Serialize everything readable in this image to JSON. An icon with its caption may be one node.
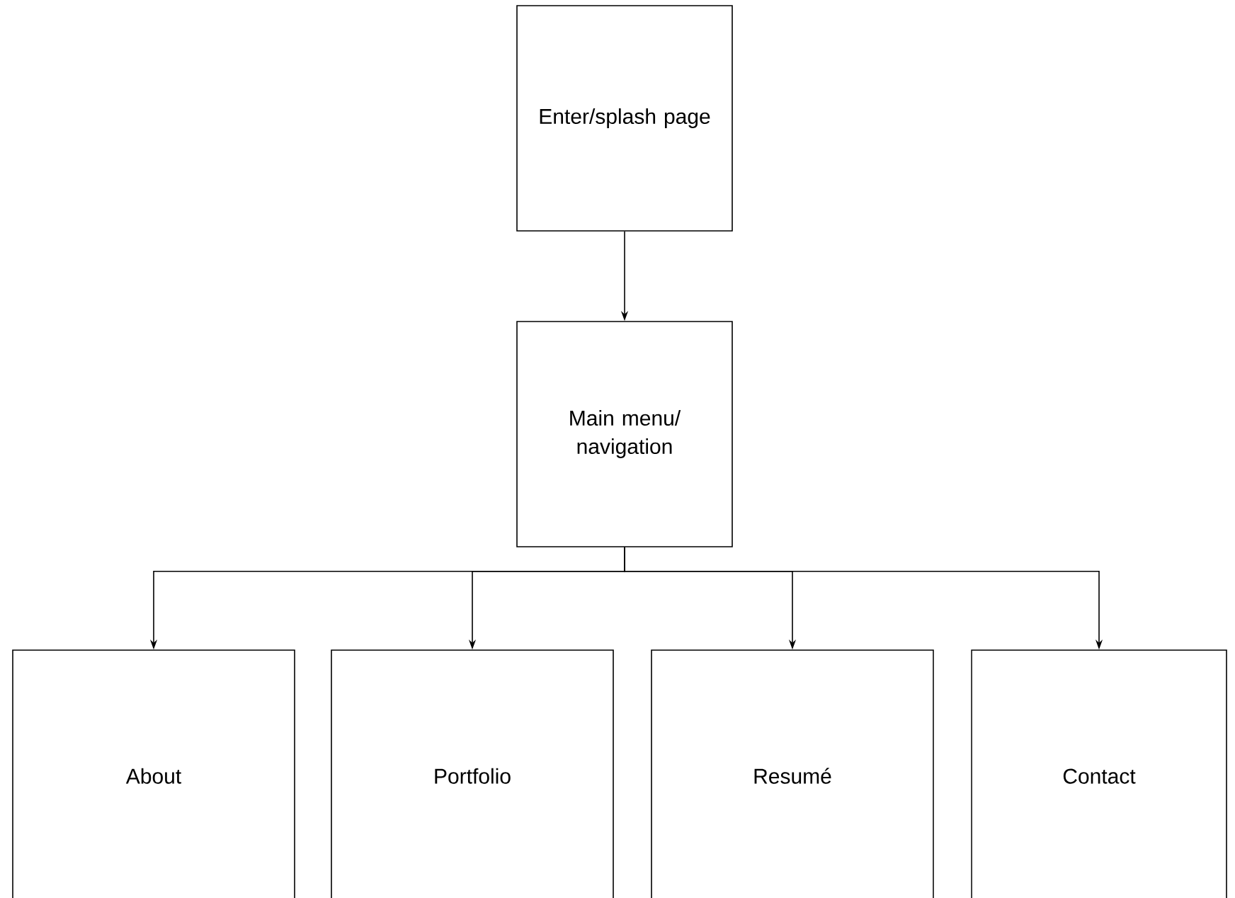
{
  "diagram": {
    "nodes": [
      {
        "text": [
          "Enter/splash page"
        ]
      },
      {
        "text": [
          "Main menu/ navigation"
        ]
      },
      {
        "text": [
          "About"
        ]
      },
      {
        "text": [
          "Portfolio"
        ]
      },
      {
        "text": [
          "Resumé"
        ]
      },
      {
        "text": [
          "Contact"
        ]
      }
    ],
    "edges": [
      {
        "from": 0,
        "to": 1,
        "arrow": "to"
      },
      {
        "from": 1,
        "to": 2,
        "arrow": "to"
      },
      {
        "from": 1,
        "to": 3,
        "arrow": "to"
      },
      {
        "from": 1,
        "to": 4,
        "arrow": "to"
      },
      {
        "from": 1,
        "to": 5,
        "arrow": "to"
      }
    ]
  }
}
